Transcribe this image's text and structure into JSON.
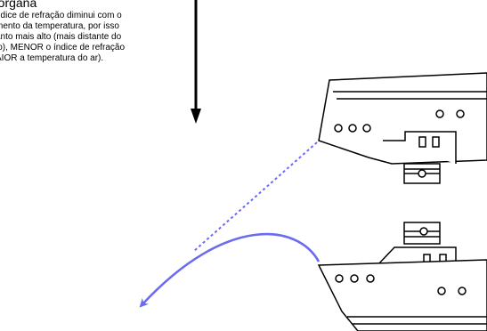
{
  "title": "Morgana",
  "caption_lines": [
    "ndice de refração diminui com o",
    "mento da temperatura, por isso",
    "anto mais alto (mais distante do",
    "lo), MENOR o índice de refração",
    "AIOR a temperatura do ar)."
  ],
  "colors": {
    "arrow": "#000000",
    "ray": "#6b6bf0",
    "ship_stroke": "#000000"
  },
  "icons": [
    "down-arrow-icon",
    "ship-icon",
    "ship-mirage-icon"
  ]
}
